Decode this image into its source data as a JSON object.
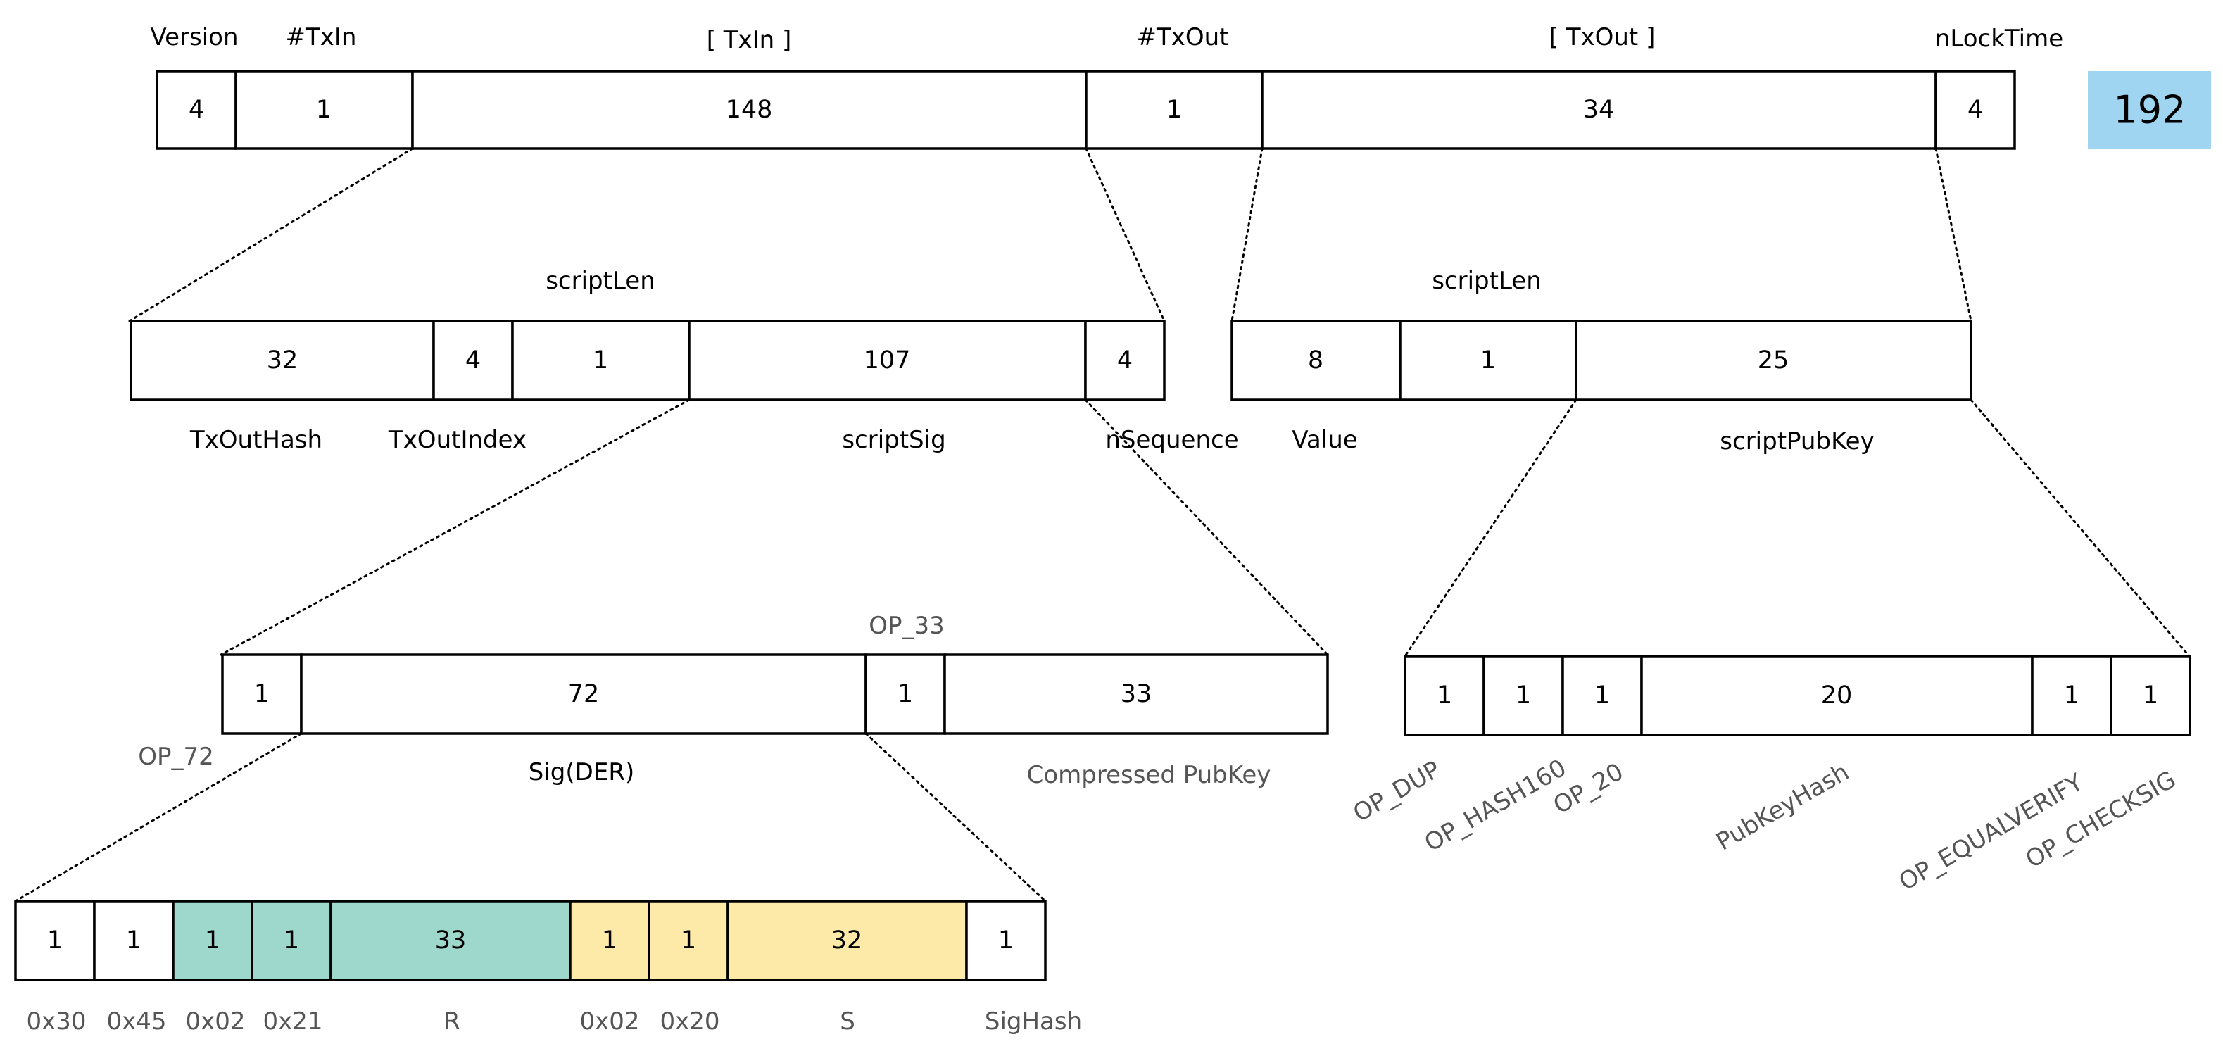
{
  "total": "192",
  "colors": {
    "teal": "#9ed8cc",
    "yellow": "#fde9a8",
    "total_box": "#9fd5f0"
  },
  "transaction": {
    "fields": [
      {
        "label": "Version",
        "size": "4"
      },
      {
        "label": "#TxIn",
        "size": "1"
      },
      {
        "label": "[ TxIn ]",
        "size": "148"
      },
      {
        "label": "#TxOut",
        "size": "1"
      },
      {
        "label": "[ TxOut ]",
        "size": "34"
      },
      {
        "label": "nLockTime",
        "size": "4"
      }
    ]
  },
  "txin": {
    "script_len_label": "scriptLen",
    "fields": [
      {
        "label": "TxOutHash",
        "size": "32"
      },
      {
        "label": "TxOutIndex",
        "size": "4"
      },
      {
        "label": "",
        "size": "1"
      },
      {
        "label": "scriptSig",
        "size": "107"
      },
      {
        "label": "nSequence",
        "size": "4"
      }
    ]
  },
  "txout": {
    "script_len_label": "scriptLen",
    "fields": [
      {
        "label": "Value",
        "size": "8"
      },
      {
        "label": "",
        "size": "1"
      },
      {
        "label": "scriptPubKey",
        "size": "25"
      }
    ]
  },
  "scriptsig": {
    "op33_label": "OP_33",
    "op72_label": "OP_72",
    "fields": [
      {
        "label": "",
        "size": "1"
      },
      {
        "label": "Sig(DER)",
        "size": "72"
      },
      {
        "label": "",
        "size": "1"
      },
      {
        "label": "Compressed PubKey",
        "size": "33"
      }
    ]
  },
  "scriptpubkey": {
    "fields": [
      {
        "label": "OP_DUP",
        "size": "1"
      },
      {
        "label": "OP_HASH160",
        "size": "1"
      },
      {
        "label": "OP_20",
        "size": "1"
      },
      {
        "label": "PubKeyHash",
        "size": "20"
      },
      {
        "label": "OP_EQUALVERIFY",
        "size": "1"
      },
      {
        "label": "OP_CHECKSIG",
        "size": "1"
      }
    ]
  },
  "der_signature": {
    "fields": [
      {
        "label": "0x30",
        "size": "1",
        "color": "white"
      },
      {
        "label": "0x45",
        "size": "1",
        "color": "white"
      },
      {
        "label": "0x02",
        "size": "1",
        "color": "teal"
      },
      {
        "label": "0x21",
        "size": "1",
        "color": "teal"
      },
      {
        "label": "R",
        "size": "33",
        "color": "teal"
      },
      {
        "label": "0x02",
        "size": "1",
        "color": "yellow"
      },
      {
        "label": "0x20",
        "size": "1",
        "color": "yellow"
      },
      {
        "label": "S",
        "size": "32",
        "color": "yellow"
      },
      {
        "label": "SigHash",
        "size": "1",
        "color": "white"
      }
    ]
  }
}
